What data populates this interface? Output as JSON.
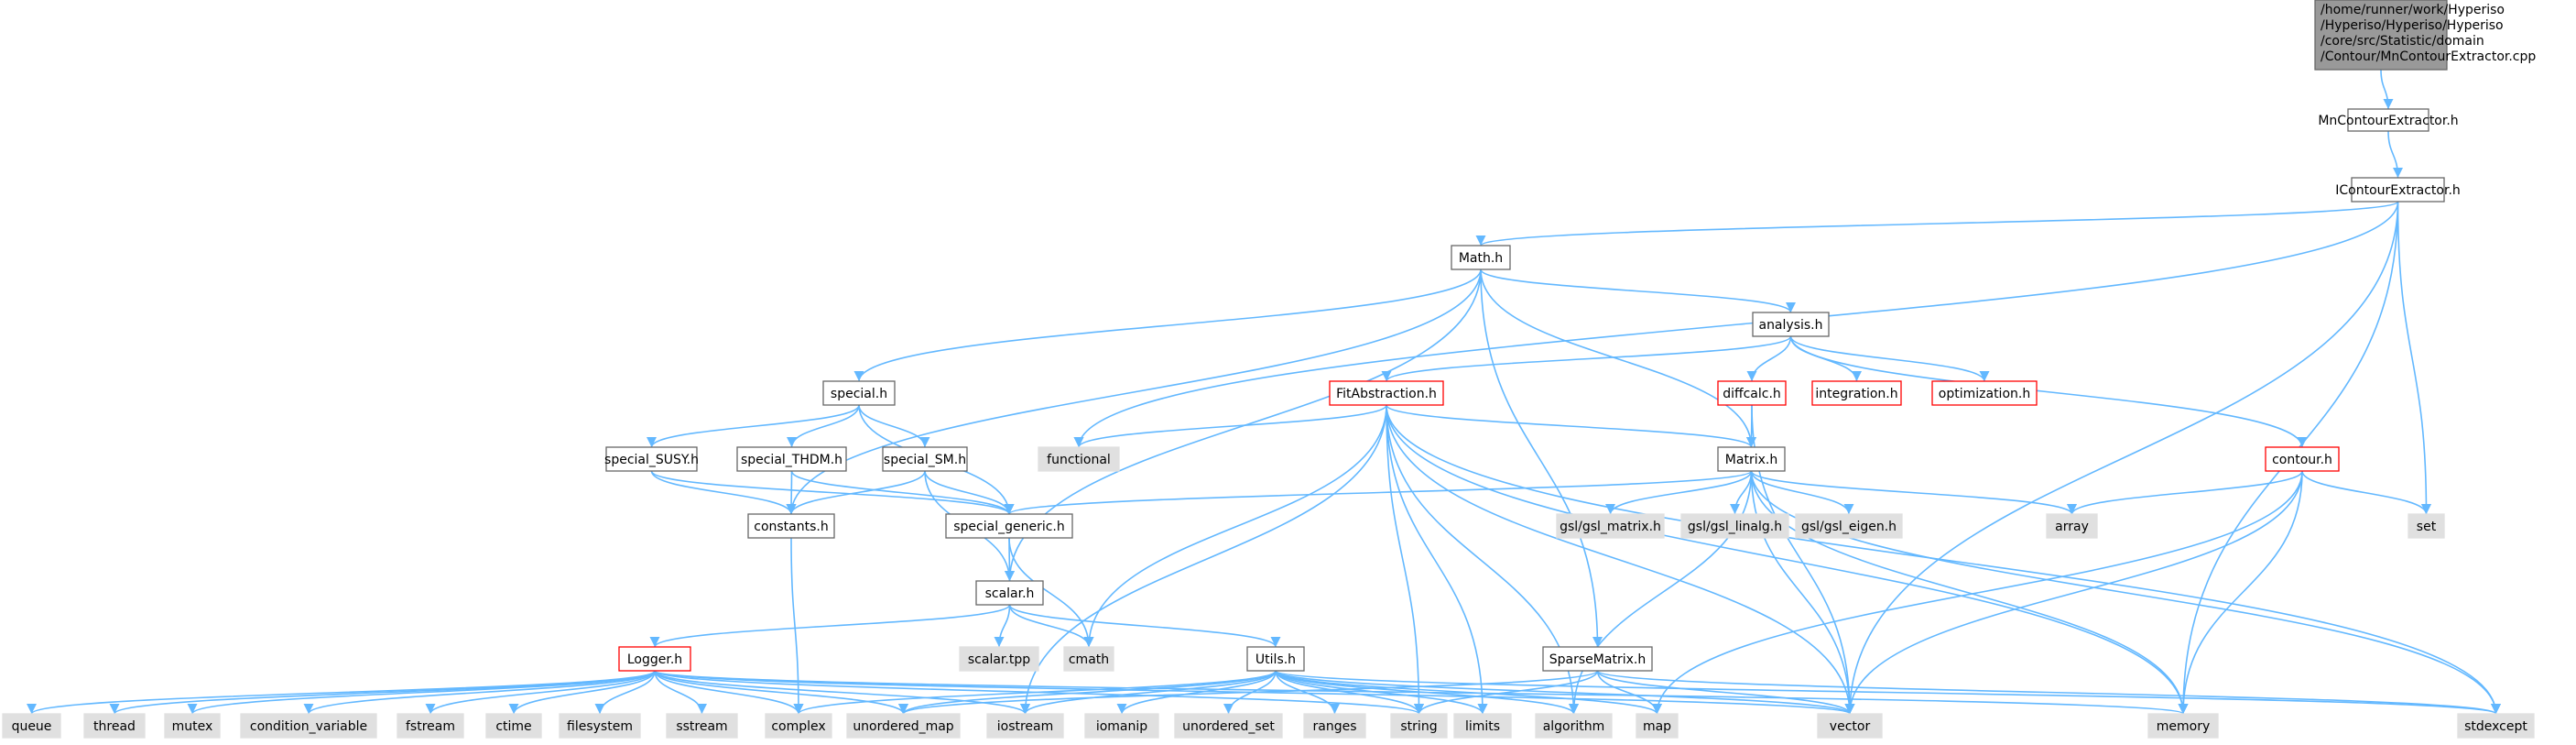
{
  "colors": {
    "edge": "#63b8ff",
    "root_fill": "#999999",
    "local_fill": "#ffffff",
    "system_fill": "#e0e0e0",
    "border_default": "#666666",
    "border_highlight": "#ff0000"
  },
  "nodes": [
    {
      "id": "root",
      "label_lines": [
        "/home/runner/work/Hyperiso",
        "/Hyperiso/Hyperiso/Hyperiso",
        "/core/src/Statistic/domain",
        "/Contour/MnContourExtractor.cpp"
      ],
      "kind": "root"
    },
    {
      "id": "mncontour",
      "label": "MnContourExtractor.h",
      "kind": "local"
    },
    {
      "id": "icontour",
      "label": "IContourExtractor.h",
      "kind": "local"
    },
    {
      "id": "math",
      "label": "Math.h",
      "kind": "local"
    },
    {
      "id": "analysis",
      "label": "analysis.h",
      "kind": "local"
    },
    {
      "id": "special",
      "label": "special.h",
      "kind": "local"
    },
    {
      "id": "fitabs",
      "label": "FitAbstraction.h",
      "kind": "incomplete"
    },
    {
      "id": "diffcalc",
      "label": "diffcalc.h",
      "kind": "incomplete"
    },
    {
      "id": "integration",
      "label": "integration.h",
      "kind": "incomplete"
    },
    {
      "id": "optimization",
      "label": "optimization.h",
      "kind": "incomplete"
    },
    {
      "id": "functional",
      "label": "functional",
      "kind": "system"
    },
    {
      "id": "special_susy",
      "label": "special_SUSY.h",
      "kind": "local"
    },
    {
      "id": "special_thdm",
      "label": "special_THDM.h",
      "kind": "local"
    },
    {
      "id": "special_sm",
      "label": "special_SM.h",
      "kind": "local"
    },
    {
      "id": "matrix",
      "label": "Matrix.h",
      "kind": "local"
    },
    {
      "id": "contour",
      "label": "contour.h",
      "kind": "incomplete"
    },
    {
      "id": "constants",
      "label": "constants.h",
      "kind": "local"
    },
    {
      "id": "special_generic",
      "label": "special_generic.h",
      "kind": "local"
    },
    {
      "id": "gsl_matrix",
      "label": "gsl/gsl_matrix.h",
      "kind": "system"
    },
    {
      "id": "gsl_linalg",
      "label": "gsl/gsl_linalg.h",
      "kind": "system"
    },
    {
      "id": "gsl_eigen",
      "label": "gsl/gsl_eigen.h",
      "kind": "system"
    },
    {
      "id": "array",
      "label": "array",
      "kind": "system"
    },
    {
      "id": "set",
      "label": "set",
      "kind": "system"
    },
    {
      "id": "scalar",
      "label": "scalar.h",
      "kind": "local"
    },
    {
      "id": "logger",
      "label": "Logger.h",
      "kind": "incomplete"
    },
    {
      "id": "scalar_tpp",
      "label": "scalar.tpp",
      "kind": "system"
    },
    {
      "id": "cmath",
      "label": "cmath",
      "kind": "system"
    },
    {
      "id": "utils",
      "label": "Utils.h",
      "kind": "local"
    },
    {
      "id": "sparse",
      "label": "SparseMatrix.h",
      "kind": "local"
    },
    {
      "id": "queue",
      "label": "queue",
      "kind": "system"
    },
    {
      "id": "thread",
      "label": "thread",
      "kind": "system"
    },
    {
      "id": "mutex",
      "label": "mutex",
      "kind": "system"
    },
    {
      "id": "condvar",
      "label": "condition_variable",
      "kind": "system"
    },
    {
      "id": "fstream",
      "label": "fstream",
      "kind": "system"
    },
    {
      "id": "ctime",
      "label": "ctime",
      "kind": "system"
    },
    {
      "id": "filesystem",
      "label": "filesystem",
      "kind": "system"
    },
    {
      "id": "sstream",
      "label": "sstream",
      "kind": "system"
    },
    {
      "id": "complex",
      "label": "complex",
      "kind": "system"
    },
    {
      "id": "unordered_map",
      "label": "unordered_map",
      "kind": "system"
    },
    {
      "id": "iostream",
      "label": "iostream",
      "kind": "system"
    },
    {
      "id": "iomanip",
      "label": "iomanip",
      "kind": "system"
    },
    {
      "id": "unordered_set",
      "label": "unordered_set",
      "kind": "system"
    },
    {
      "id": "ranges",
      "label": "ranges",
      "kind": "system"
    },
    {
      "id": "string",
      "label": "string",
      "kind": "system"
    },
    {
      "id": "limits",
      "label": "limits",
      "kind": "system"
    },
    {
      "id": "algorithm",
      "label": "algorithm",
      "kind": "system"
    },
    {
      "id": "map",
      "label": "map",
      "kind": "system"
    },
    {
      "id": "vector",
      "label": "vector",
      "kind": "system"
    },
    {
      "id": "memory",
      "label": "memory",
      "kind": "system"
    },
    {
      "id": "stdexcept",
      "label": "stdexcept",
      "kind": "system"
    }
  ],
  "edges": [
    [
      "root",
      "mncontour"
    ],
    [
      "mncontour",
      "icontour"
    ],
    [
      "icontour",
      "math"
    ],
    [
      "icontour",
      "functional"
    ],
    [
      "icontour",
      "set"
    ],
    [
      "icontour",
      "vector"
    ],
    [
      "icontour",
      "memory"
    ],
    [
      "math",
      "analysis"
    ],
    [
      "math",
      "special"
    ],
    [
      "math",
      "constants"
    ],
    [
      "math",
      "scalar"
    ],
    [
      "math",
      "matrix"
    ],
    [
      "math",
      "sparse"
    ],
    [
      "analysis",
      "fitabs"
    ],
    [
      "analysis",
      "diffcalc"
    ],
    [
      "analysis",
      "integration"
    ],
    [
      "analysis",
      "optimization"
    ],
    [
      "analysis",
      "contour"
    ],
    [
      "special",
      "special_susy"
    ],
    [
      "special",
      "special_thdm"
    ],
    [
      "special",
      "special_sm"
    ],
    [
      "special",
      "special_generic"
    ],
    [
      "special_susy",
      "constants"
    ],
    [
      "special_susy",
      "special_generic"
    ],
    [
      "special_thdm",
      "constants"
    ],
    [
      "special_thdm",
      "special_generic"
    ],
    [
      "special_sm",
      "constants"
    ],
    [
      "special_sm",
      "special_generic"
    ],
    [
      "special_sm",
      "scalar"
    ],
    [
      "fitabs",
      "functional"
    ],
    [
      "fitabs",
      "matrix"
    ],
    [
      "fitabs",
      "cmath"
    ],
    [
      "fitabs",
      "iostream"
    ],
    [
      "fitabs",
      "string"
    ],
    [
      "fitabs",
      "limits"
    ],
    [
      "fitabs",
      "algorithm"
    ],
    [
      "fitabs",
      "vector"
    ],
    [
      "fitabs",
      "memory"
    ],
    [
      "fitabs",
      "stdexcept"
    ],
    [
      "diffcalc",
      "matrix"
    ],
    [
      "diffcalc",
      "vector"
    ],
    [
      "matrix",
      "special_generic"
    ],
    [
      "matrix",
      "gsl_matrix"
    ],
    [
      "matrix",
      "gsl_linalg"
    ],
    [
      "matrix",
      "gsl_eigen"
    ],
    [
      "matrix",
      "array"
    ],
    [
      "matrix",
      "vector"
    ],
    [
      "matrix",
      "memory"
    ],
    [
      "matrix",
      "stdexcept"
    ],
    [
      "matrix",
      "algorithm"
    ],
    [
      "contour",
      "array"
    ],
    [
      "contour",
      "set"
    ],
    [
      "contour",
      "map"
    ],
    [
      "contour",
      "vector"
    ],
    [
      "contour",
      "memory"
    ],
    [
      "special_generic",
      "scalar"
    ],
    [
      "special_generic",
      "cmath"
    ],
    [
      "constants",
      "complex"
    ],
    [
      "scalar",
      "logger"
    ],
    [
      "scalar",
      "scalar_tpp"
    ],
    [
      "scalar",
      "cmath"
    ],
    [
      "scalar",
      "utils"
    ],
    [
      "logger",
      "queue"
    ],
    [
      "logger",
      "thread"
    ],
    [
      "logger",
      "mutex"
    ],
    [
      "logger",
      "condvar"
    ],
    [
      "logger",
      "fstream"
    ],
    [
      "logger",
      "ctime"
    ],
    [
      "logger",
      "filesystem"
    ],
    [
      "logger",
      "sstream"
    ],
    [
      "logger",
      "complex"
    ],
    [
      "logger",
      "unordered_map"
    ],
    [
      "logger",
      "iostream"
    ],
    [
      "logger",
      "string"
    ],
    [
      "logger",
      "vector"
    ],
    [
      "logger",
      "memory"
    ],
    [
      "utils",
      "complex"
    ],
    [
      "utils",
      "unordered_map"
    ],
    [
      "utils",
      "iostream"
    ],
    [
      "utils",
      "iomanip"
    ],
    [
      "utils",
      "unordered_set"
    ],
    [
      "utils",
      "ranges"
    ],
    [
      "utils",
      "string"
    ],
    [
      "utils",
      "limits"
    ],
    [
      "utils",
      "algorithm"
    ],
    [
      "utils",
      "map"
    ],
    [
      "utils",
      "vector"
    ],
    [
      "utils",
      "stdexcept"
    ],
    [
      "sparse",
      "unordered_map"
    ],
    [
      "sparse",
      "string"
    ],
    [
      "sparse",
      "map"
    ],
    [
      "sparse",
      "vector"
    ],
    [
      "sparse",
      "stdexcept"
    ]
  ]
}
